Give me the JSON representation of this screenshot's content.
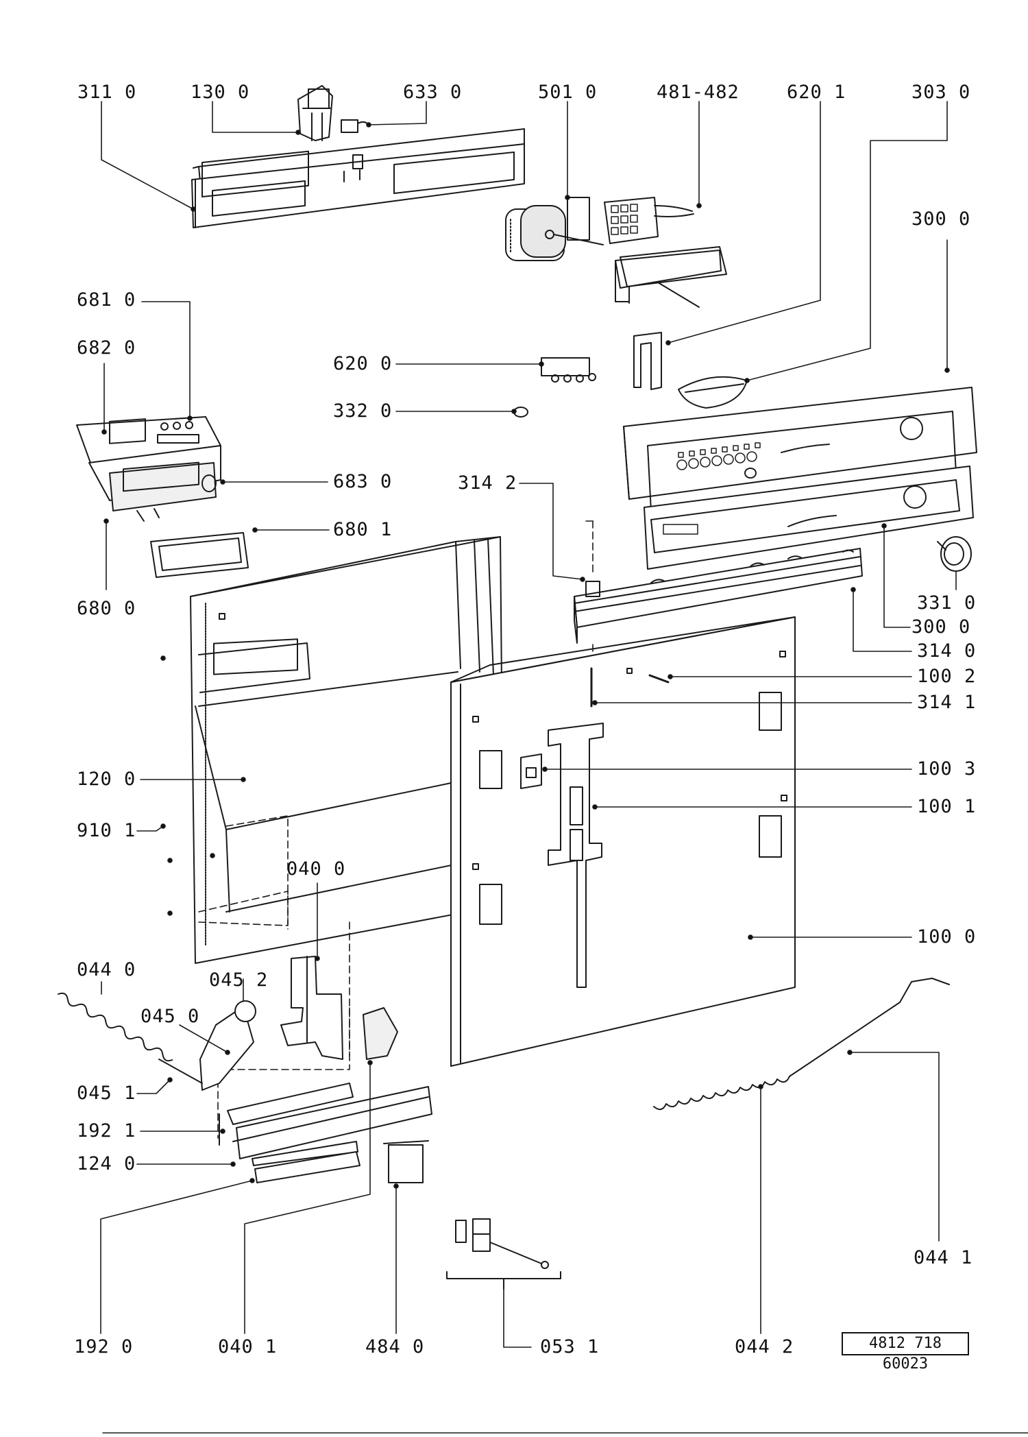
{
  "diagram": {
    "document_ref": "4812 718 60023",
    "callouts": [
      {
        "id": "l3110",
        "text": "311 0"
      },
      {
        "id": "l1300",
        "text": "130 0"
      },
      {
        "id": "l6330",
        "text": "633 0"
      },
      {
        "id": "l5010",
        "text": "501 0"
      },
      {
        "id": "l481",
        "text": "481-482"
      },
      {
        "id": "l6201",
        "text": "620 1"
      },
      {
        "id": "l3030",
        "text": "303 0"
      },
      {
        "id": "l3000a",
        "text": "300 0"
      },
      {
        "id": "l6810",
        "text": "681 0"
      },
      {
        "id": "l6820",
        "text": "682 0"
      },
      {
        "id": "l6200",
        "text": "620 0"
      },
      {
        "id": "l3320",
        "text": "332 0"
      },
      {
        "id": "l6830",
        "text": "683 0"
      },
      {
        "id": "l3142",
        "text": "314 2"
      },
      {
        "id": "l6801",
        "text": "680 1"
      },
      {
        "id": "l6800",
        "text": "680 0"
      },
      {
        "id": "l3310",
        "text": "331 0"
      },
      {
        "id": "l3000b",
        "text": "300 0"
      },
      {
        "id": "l3140",
        "text": "314 0"
      },
      {
        "id": "l1002",
        "text": "100 2"
      },
      {
        "id": "l3141",
        "text": "314 1"
      },
      {
        "id": "l1003",
        "text": "100 3"
      },
      {
        "id": "l1200",
        "text": "120 0"
      },
      {
        "id": "l1001",
        "text": "100 1"
      },
      {
        "id": "l9101",
        "text": "910 1"
      },
      {
        "id": "l0400",
        "text": "040 0"
      },
      {
        "id": "l1000",
        "text": "100 0"
      },
      {
        "id": "l0440",
        "text": "044 0"
      },
      {
        "id": "l0452",
        "text": "045 2"
      },
      {
        "id": "l0450",
        "text": "045 0"
      },
      {
        "id": "l0451",
        "text": "045 1"
      },
      {
        "id": "l1921",
        "text": "192 1"
      },
      {
        "id": "l1240",
        "text": "124 0"
      },
      {
        "id": "l0441",
        "text": "044 1"
      },
      {
        "id": "l1920",
        "text": "192 0"
      },
      {
        "id": "l0401",
        "text": "040 1"
      },
      {
        "id": "l4840",
        "text": "484 0"
      },
      {
        "id": "l0531",
        "text": "053 1"
      },
      {
        "id": "l0442",
        "text": "044 2"
      }
    ]
  }
}
